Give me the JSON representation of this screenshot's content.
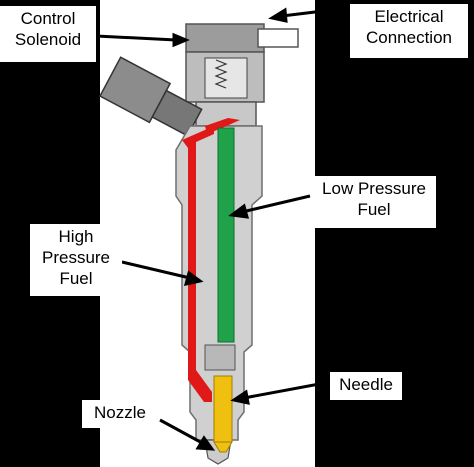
{
  "labels": {
    "control_solenoid": [
      "Control",
      "Solenoid"
    ],
    "electrical_connection": [
      "Electrical",
      "Connection"
    ],
    "low_pressure_fuel": [
      "Low Pressure",
      "Fuel"
    ],
    "high_pressure_fuel": [
      "High",
      "Pressure",
      "Fuel"
    ],
    "needle": [
      "Needle"
    ],
    "nozzle": [
      "Nozzle"
    ]
  },
  "colors": {
    "background": "#000000",
    "body": "#d0d0d0",
    "body_outline": "#7a7a7a",
    "high_pressure": "#e01818",
    "low_pressure": "#1fa24a",
    "needle": "#f0c010",
    "connector": "#8c8c8c"
  }
}
